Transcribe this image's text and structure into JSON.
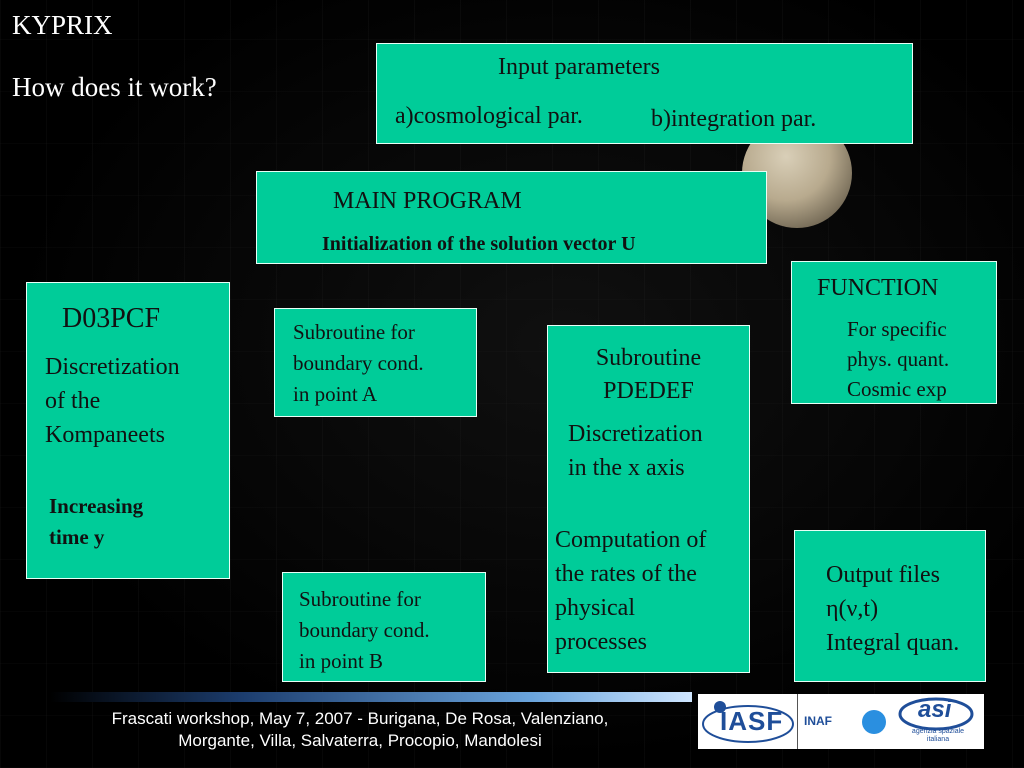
{
  "slide": {
    "title": "KYPRIX",
    "subtitle": "How does it work?"
  },
  "boxes": {
    "input": {
      "heading": "Input parameters",
      "item_a": "a)cosmological par.",
      "item_b": "b)integration par."
    },
    "main": {
      "heading": "MAIN PROGRAM",
      "detail": "Initialization of the solution vector U"
    },
    "function": {
      "heading": "FUNCTION",
      "detail": "For specific\nphys. quant.\nCosmic exp"
    },
    "d03pcf": {
      "heading": "D03PCF",
      "detail": "Discretization\nof the\nKompaneets",
      "note": "Increasing\ntime  y"
    },
    "boundary_a": {
      "text": "Subroutine for\nboundary cond.\nin point A"
    },
    "pdedef": {
      "heading": "Subroutine\nPDEDEF",
      "detail": "Discretization\nin the x axis",
      "detail2": "Computation of\nthe rates of the\nphysical\nprocesses"
    },
    "boundary_b": {
      "text": "Subroutine for\nboundary cond.\nin point B"
    },
    "output": {
      "text": "Output files\nη(ν,t)\nIntegral quan."
    }
  },
  "footer": {
    "text": "Frascati workshop, May 7, 2007 - Burigana, De Rosa, Valenziano,\nMorgante, Villa, Salvaterra, Procopio, Mandolesi"
  },
  "logos": {
    "iasf": "IASF",
    "inaf": "INAF",
    "asi": "asi",
    "asi_caption": "agenzia spaziale\nitaliana"
  },
  "colors": {
    "box_fill": "#00cc99",
    "background": "#000000"
  }
}
